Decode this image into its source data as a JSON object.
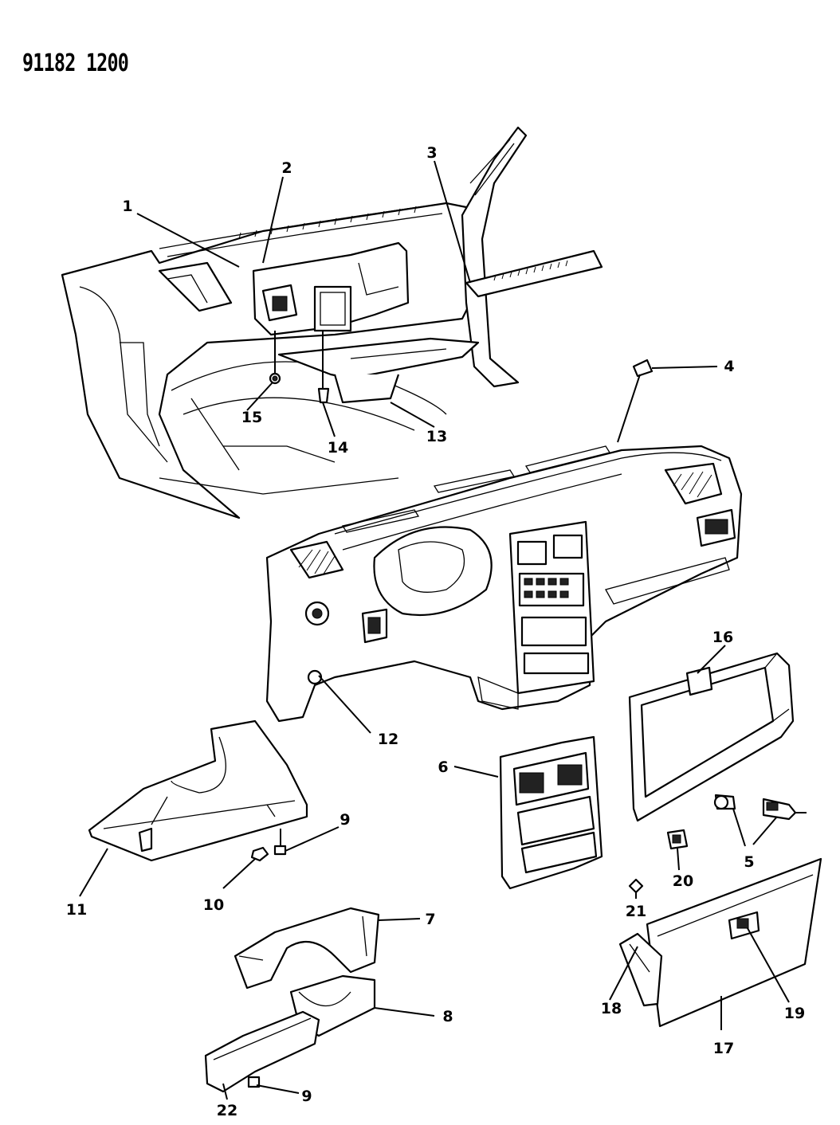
{
  "diagram": {
    "code": "91182 1200",
    "callouts": [
      {
        "id": "c1",
        "label": "1"
      },
      {
        "id": "c2",
        "label": "2"
      },
      {
        "id": "c3",
        "label": "3"
      },
      {
        "id": "c4",
        "label": "4"
      },
      {
        "id": "c5",
        "label": "5"
      },
      {
        "id": "c6",
        "label": "6"
      },
      {
        "id": "c7",
        "label": "7"
      },
      {
        "id": "c8",
        "label": "8"
      },
      {
        "id": "c9a",
        "label": "9"
      },
      {
        "id": "c9b",
        "label": "9"
      },
      {
        "id": "c10",
        "label": "10"
      },
      {
        "id": "c11",
        "label": "11"
      },
      {
        "id": "c12",
        "label": "12"
      },
      {
        "id": "c13",
        "label": "13"
      },
      {
        "id": "c14",
        "label": "14"
      },
      {
        "id": "c15",
        "label": "15"
      },
      {
        "id": "c16",
        "label": "16"
      },
      {
        "id": "c17",
        "label": "17"
      },
      {
        "id": "c18",
        "label": "18"
      },
      {
        "id": "c19",
        "label": "19"
      },
      {
        "id": "c20",
        "label": "20"
      },
      {
        "id": "c21",
        "label": "21"
      },
      {
        "id": "c22",
        "label": "22"
      }
    ]
  }
}
